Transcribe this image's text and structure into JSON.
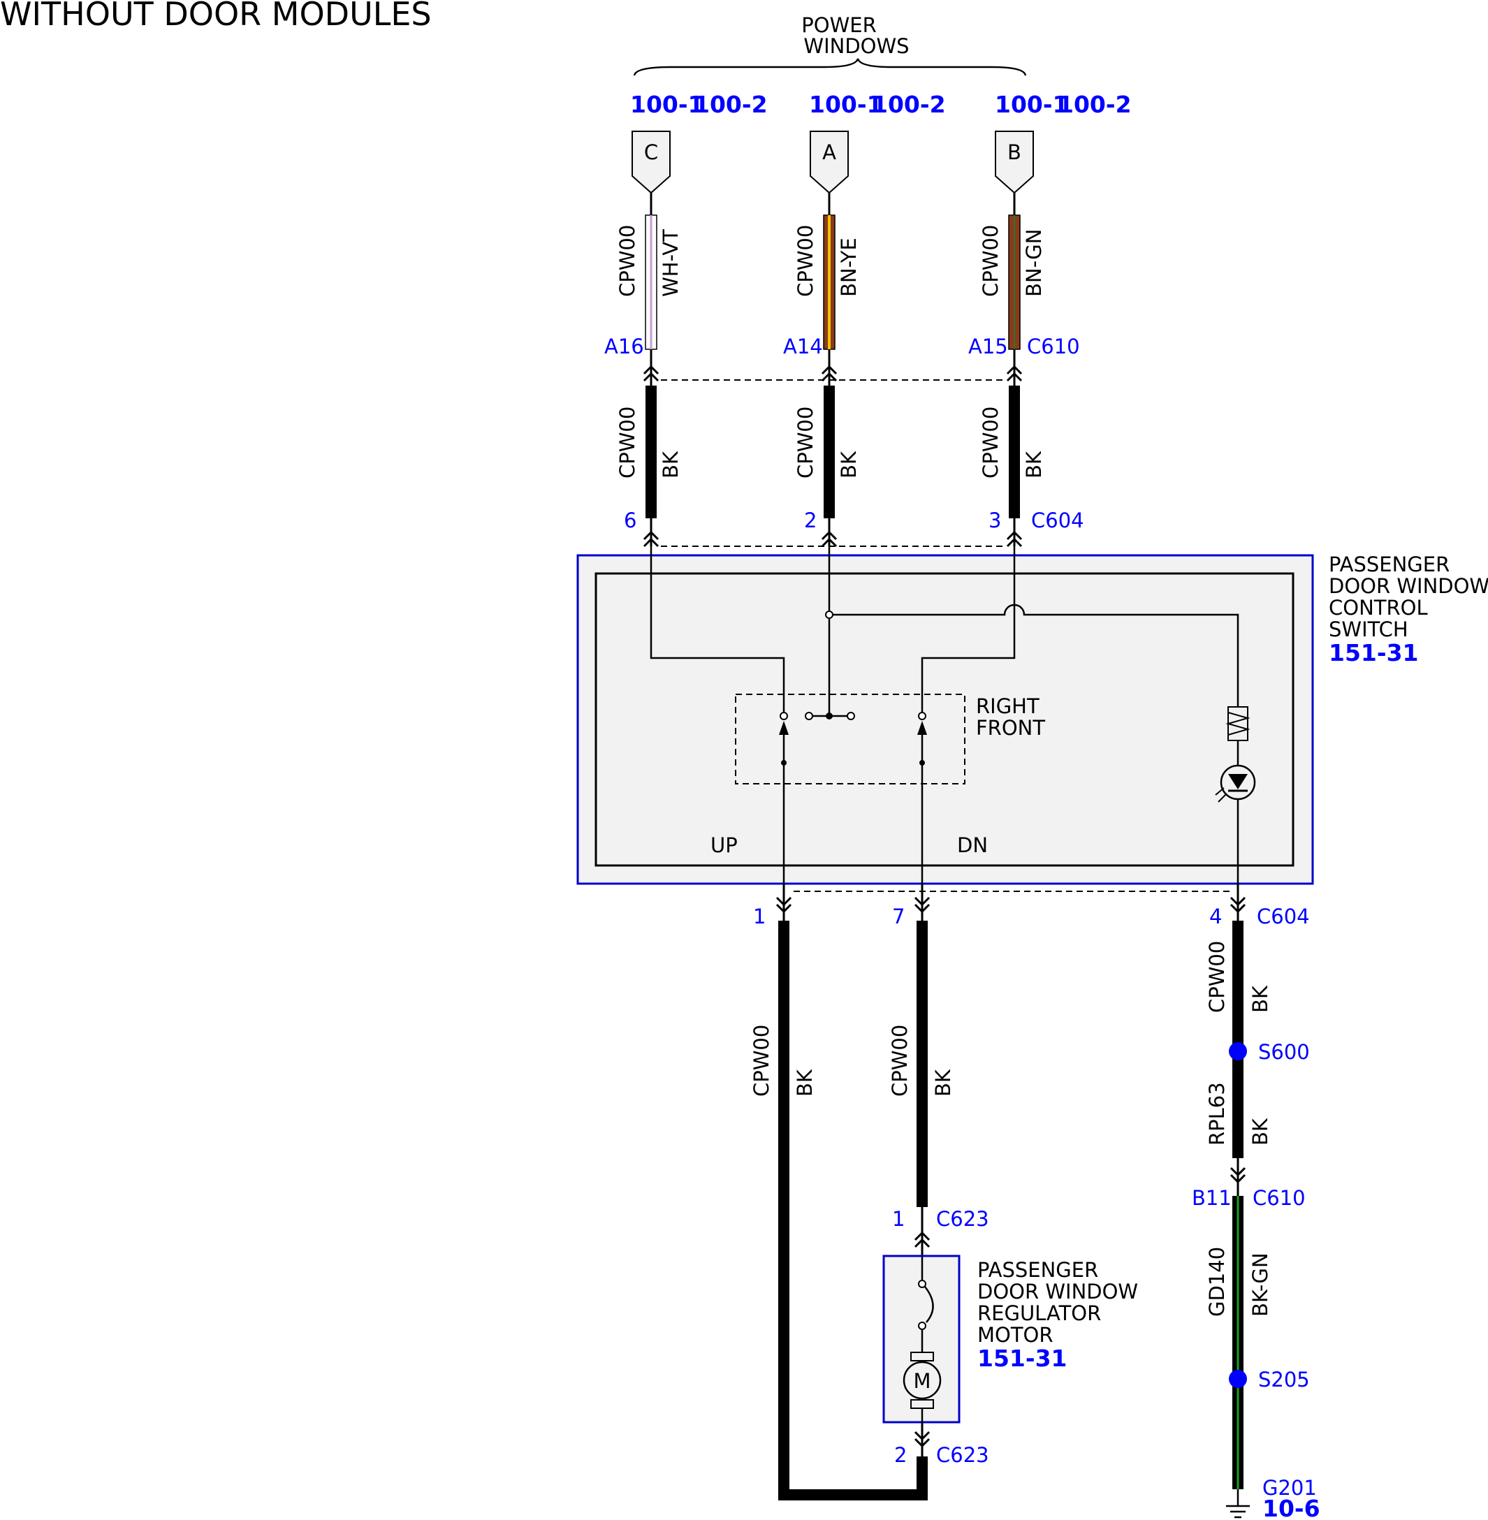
{
  "title": "WITHOUT DOOR MODULES",
  "colors": {
    "blue": "#0000ff",
    "wire_black": "#000000",
    "wire_white_violet": "#c89ad8",
    "wire_brown": "#8b3a1c",
    "wire_yellow": "#f2c200",
    "wire_green": "#1aa01a",
    "component_fill": "#f2f2f2"
  },
  "power_windows": {
    "label_line1": "POWER",
    "label_line2": "WINDOWS",
    "refs": [
      {
        "ref1": "100-1",
        "ref2": "100-2",
        "terminal": "C"
      },
      {
        "ref1": "100-1",
        "ref2": "100-2",
        "terminal": "A"
      },
      {
        "ref1": "100-1",
        "ref2": "100-2",
        "terminal": "B"
      }
    ]
  },
  "upper_wires": [
    {
      "circuit": "CPW00",
      "color": "WH-VT",
      "pin": "A16"
    },
    {
      "circuit": "CPW00",
      "color": "BN-YE",
      "pin": "A14"
    },
    {
      "circuit": "CPW00",
      "color": "BN-GN",
      "pin": "A15",
      "connector": "C610"
    }
  ],
  "middle_wires": [
    {
      "circuit": "CPW00",
      "color": "BK",
      "pin": "6"
    },
    {
      "circuit": "CPW00",
      "color": "BK",
      "pin": "2"
    },
    {
      "circuit": "CPW00",
      "color": "BK",
      "pin": "3",
      "connector": "C604"
    }
  ],
  "switch": {
    "name_lines": [
      "PASSENGER",
      "DOOR WINDOW",
      "CONTROL",
      "SWITCH"
    ],
    "ref": "151-31",
    "position_lines": [
      "RIGHT",
      "FRONT"
    ],
    "up_label": "UP",
    "dn_label": "DN"
  },
  "lower_wires": [
    {
      "pin": "1",
      "circuit": "CPW00",
      "color": "BK"
    },
    {
      "pin": "7",
      "circuit": "CPW00",
      "color": "BK"
    },
    {
      "pin": "4",
      "connector": "C604",
      "circuit": "CPW00",
      "color": "BK"
    }
  ],
  "ground_path": {
    "splice1": "S600",
    "wire2_circuit": "RPL63",
    "wire2_color": "BK",
    "pin": "B11",
    "connector": "C610",
    "wire3_circuit": "GD140",
    "wire3_color": "BK-GN",
    "splice2": "S205",
    "ground": "G201",
    "ground_ref": "10-6"
  },
  "motor": {
    "name_lines": [
      "PASSENGER",
      "DOOR WINDOW",
      "REGULATOR",
      "MOTOR"
    ],
    "ref": "151-31",
    "symbol": "M",
    "top_pin": "1",
    "top_connector": "C623",
    "bottom_pin": "2",
    "bottom_connector": "C623"
  }
}
